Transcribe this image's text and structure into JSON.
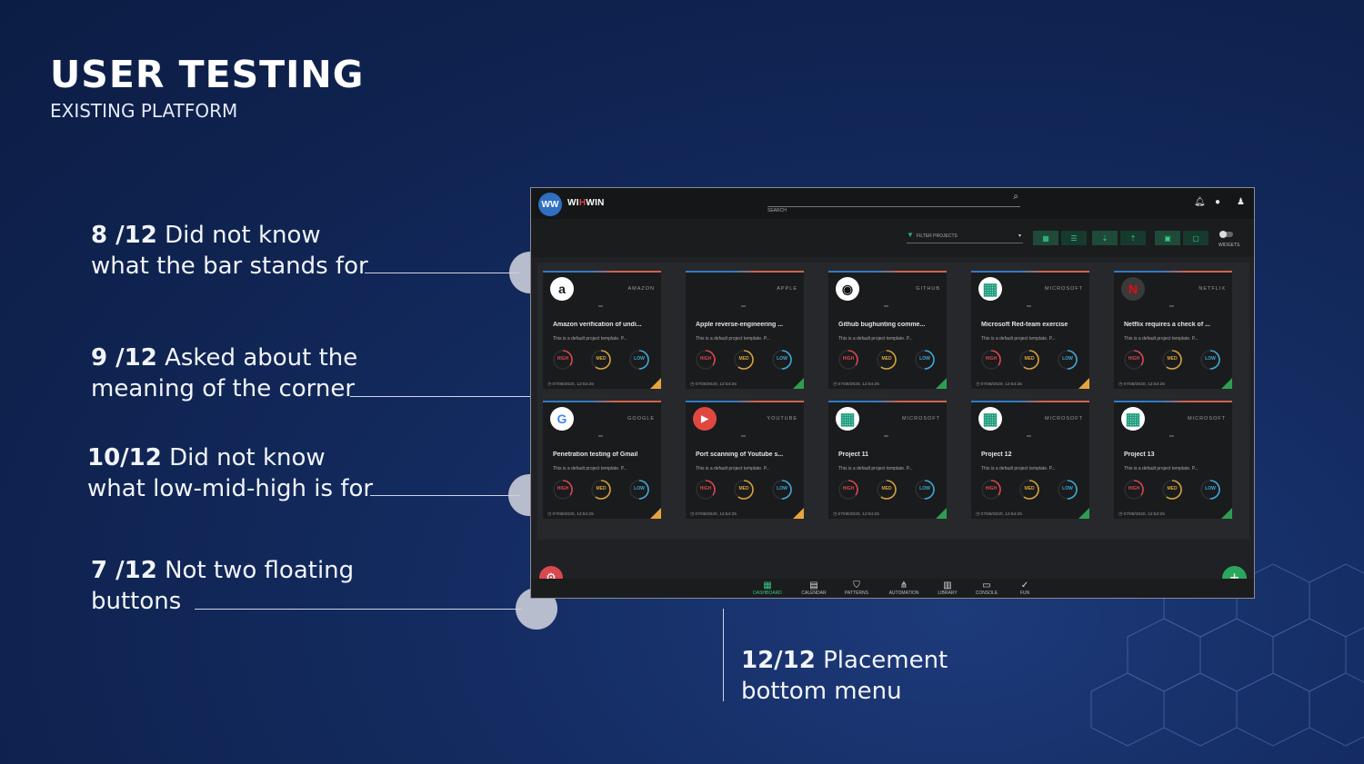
{
  "slide": {
    "title": "USER TESTING",
    "subtitle": "EXISTING PLATFORM"
  },
  "notes": [
    {
      "count": "8 /12",
      "line1": "Did not know",
      "line2": "what the bar stands for"
    },
    {
      "count": "9 /12",
      "line1": "Asked about the",
      "line2": "meaning of the corner"
    },
    {
      "count": "10/12",
      "line1": "Did not know",
      "line2": "what low-mid-high is for"
    },
    {
      "count": "7 /12",
      "line1": "Not two floating",
      "line2": "buttons"
    },
    {
      "count": "12/12",
      "line1": "Placement",
      "line2": "bottom menu"
    }
  ],
  "app": {
    "avatar": "WW",
    "brand_left": "WI",
    "brand_mid": "H",
    "brand_right": "WIN",
    "search_label": "SEARCH",
    "filter_placeholder": "FILTER PROJECTS",
    "widgets_label": "WIDGETS",
    "colors": {
      "accent": "#36c484",
      "high": "#d9474f",
      "med": "#d6a23a",
      "low": "#3fa9d6",
      "corner_orange": "#e8a33d",
      "corner_green": "#2e9d52"
    },
    "cards": [
      {
        "company": "AMAZON",
        "logo": "a",
        "logo_icon": "amazon-icon",
        "name": "Amazon verification of undi...",
        "corner": "orange"
      },
      {
        "company": "APPLE",
        "logo": "",
        "logo_icon": "apple-icon",
        "name": "Apple reverse-engineering ...",
        "corner": "green"
      },
      {
        "company": "GITHUB",
        "logo": "◉",
        "logo_icon": "github-icon",
        "name": "Github bughunting comme...",
        "corner": "green"
      },
      {
        "company": "MICROSOFT",
        "logo": "▦",
        "logo_icon": "microsoft-icon",
        "name": "Microsoft Red-team exercise",
        "corner": "orange"
      },
      {
        "company": "NETFLIX",
        "logo": "N",
        "logo_icon": "netflix-icon",
        "name": "Netflix requires a check of ...",
        "corner": "green"
      },
      {
        "company": "GOOGLE",
        "logo": "G",
        "logo_icon": "google-icon",
        "name": "Penetration testing of Gmail",
        "corner": "orange"
      },
      {
        "company": "YOUTUBE",
        "logo": "▶",
        "logo_icon": "youtube-icon",
        "name": "Port scanning of Youtube s...",
        "corner": "orange"
      },
      {
        "company": "MICROSOFT",
        "logo": "▦",
        "logo_icon": "microsoft-icon",
        "name": "Project 11",
        "corner": "green"
      },
      {
        "company": "MICROSOFT",
        "logo": "▦",
        "logo_icon": "microsoft-icon",
        "name": "Project 12",
        "corner": "green"
      },
      {
        "company": "MICROSOFT",
        "logo": "▦",
        "logo_icon": "microsoft-icon",
        "name": "Project 13",
        "corner": "green"
      }
    ],
    "card_desc": "This is a default project template. P...",
    "card_date": "07/08/2020, 12:54:25",
    "gauge_labels": {
      "high": "HIGH",
      "med": "MED",
      "low": "LOW"
    },
    "menu": [
      {
        "label": "DASHBOARD",
        "icon": "dashboard-icon",
        "glyph": "▦",
        "active": true
      },
      {
        "label": "CALENDAR",
        "icon": "calendar-icon",
        "glyph": "▤",
        "active": false
      },
      {
        "label": "PATTERNS",
        "icon": "shield-icon",
        "glyph": "⛉",
        "active": false
      },
      {
        "label": "AUTOMATION",
        "icon": "automation-icon",
        "glyph": "⋔",
        "active": false
      },
      {
        "label": "LIBRARY",
        "icon": "library-icon",
        "glyph": "▥",
        "active": false
      },
      {
        "label": "CONSOLE",
        "icon": "console-icon",
        "glyph": "▭",
        "active": false
      },
      {
        "label": "FUN",
        "icon": "fun-icon",
        "glyph": "✓",
        "active": false
      }
    ]
  }
}
